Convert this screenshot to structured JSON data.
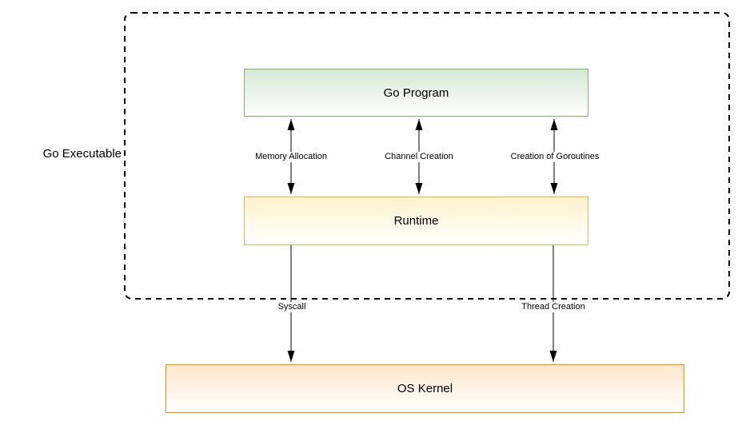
{
  "diagram": {
    "container": {
      "label": "Go Executable",
      "border_style": "dashed",
      "border_color": "#000000"
    },
    "nodes": [
      {
        "id": "go-program",
        "label": "Go Program",
        "border_color": "#82b366",
        "fill_top": "#d5e8d4",
        "fill_bottom": "#ffffff",
        "inside_container": true
      },
      {
        "id": "runtime",
        "label": "Runtime",
        "border_color": "#d6b656",
        "fill_top": "#fff2cc",
        "fill_bottom": "#ffffff",
        "inside_container": true
      },
      {
        "id": "os-kernel",
        "label": "OS Kernel",
        "border_color": "#d79b00",
        "fill_top": "#ffe6cc",
        "fill_bottom": "#ffffff",
        "inside_container": false
      }
    ],
    "edges": [
      {
        "from": "go-program",
        "to": "runtime",
        "label": "Memory Allocation",
        "bidirectional": true
      },
      {
        "from": "go-program",
        "to": "runtime",
        "label": "Channel Creation",
        "bidirectional": true
      },
      {
        "from": "go-program",
        "to": "runtime",
        "label": "Creation of Goroutines",
        "bidirectional": true
      },
      {
        "from": "runtime",
        "to": "os-kernel",
        "label": "Syscall",
        "bidirectional": false
      },
      {
        "from": "runtime",
        "to": "os-kernel",
        "label": "Thread Creation",
        "bidirectional": false
      }
    ],
    "line_color": "#000000"
  }
}
